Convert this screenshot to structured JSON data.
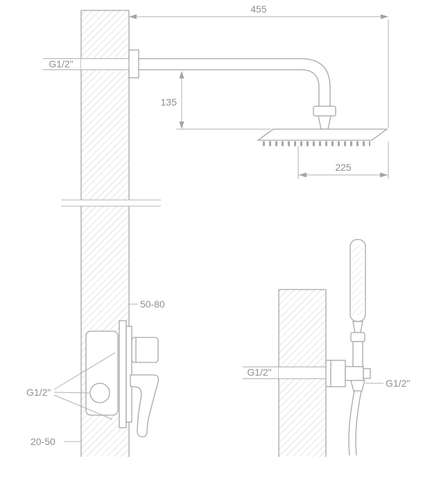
{
  "colors": {
    "line": "#a6a6a6",
    "hatch": "#c9c9c9",
    "dimension_line": "#b0b0b0",
    "text": "#8f8f8f",
    "background": "#ffffff"
  },
  "head_shower_view": {
    "dim_arm_reach_mm": "455",
    "dim_drop_mm": "135",
    "dim_head_width_mm": "225",
    "wall_connection_thread": "G1/2\""
  },
  "mixer_view": {
    "dim_depth_range_mm": "50-80",
    "dim_depth_min_mm": "20-50",
    "connection_thread": "G1/2\""
  },
  "hand_shower_view": {
    "wall_connection_thread": "G1/2\"",
    "outlet_thread": "G1/2\""
  }
}
